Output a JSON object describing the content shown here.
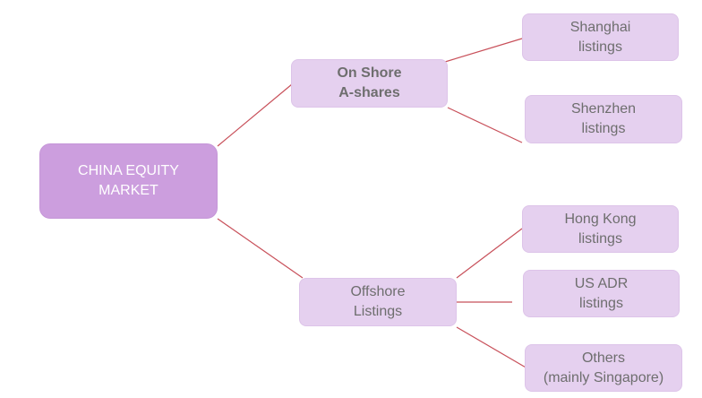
{
  "diagram": {
    "root": {
      "label": "CHINA EQUITY\nMARKET"
    },
    "branches": [
      {
        "label": "On Shore\nA-shares",
        "children": [
          {
            "label": "Shanghai\nlistings"
          },
          {
            "label": "Shenzhen\nlistings"
          }
        ]
      },
      {
        "label": "Offshore\nListings",
        "children": [
          {
            "label": "Hong Kong\nlistings"
          },
          {
            "label": "US ADR\nlistings"
          },
          {
            "label": "Others\n(mainly Singapore)"
          }
        ]
      }
    ]
  },
  "colors": {
    "connector": "#c8505a",
    "root_fill": "#cc9ede",
    "node_fill": "#e5d0ef",
    "node_text": "#6e6e6e",
    "root_text": "#ffffff"
  }
}
